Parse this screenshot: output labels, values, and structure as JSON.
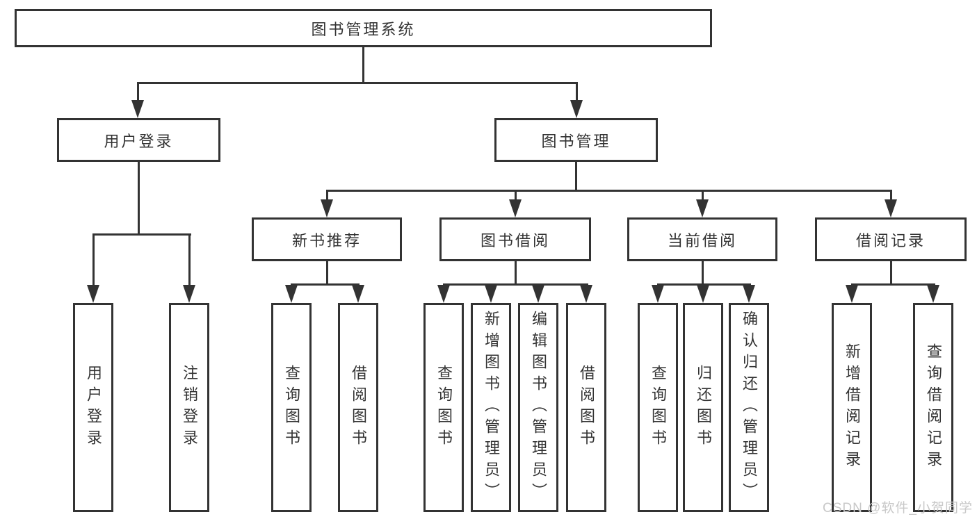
{
  "diagram": {
    "root": {
      "label": "图书管理系统"
    },
    "level2": [
      {
        "label": "用户登录"
      },
      {
        "label": "图书管理"
      }
    ],
    "level3": [
      {
        "parent": "图书管理",
        "label": "新书推荐"
      },
      {
        "parent": "图书管理",
        "label": "图书借阅"
      },
      {
        "parent": "图书管理",
        "label": "当前借阅"
      },
      {
        "parent": "图书管理",
        "label": "借阅记录"
      }
    ],
    "leaves": [
      {
        "parent": "用户登录",
        "label": "用户登录"
      },
      {
        "parent": "用户登录",
        "label": "注销登录"
      },
      {
        "parent": "新书推荐",
        "label": "查询图书"
      },
      {
        "parent": "新书推荐",
        "label": "借阅图书"
      },
      {
        "parent": "图书借阅",
        "label": "查询图书"
      },
      {
        "parent": "图书借阅",
        "label": "新增图书（管理员）"
      },
      {
        "parent": "图书借阅",
        "label": "编辑图书（管理员）"
      },
      {
        "parent": "图书借阅",
        "label": "借阅图书"
      },
      {
        "parent": "当前借阅",
        "label": "查询图书"
      },
      {
        "parent": "当前借阅",
        "label": "归还图书"
      },
      {
        "parent": "当前借阅",
        "label": "确认归还（管理员）"
      },
      {
        "parent": "借阅记录",
        "label": "新增借阅记录"
      },
      {
        "parent": "借阅记录",
        "label": "查询借阅记录"
      }
    ],
    "watermark": "CSDN @软件_小贺同学",
    "colors": {
      "line": "#333333",
      "box_border": "#333333",
      "text": "#333333",
      "background": "#ffffff",
      "watermark": "#c8c8c8"
    }
  }
}
